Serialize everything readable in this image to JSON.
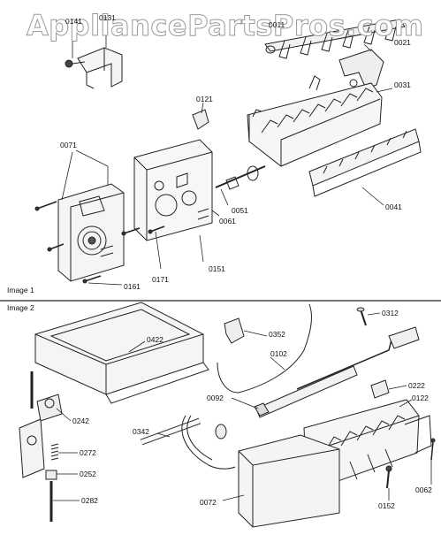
{
  "watermark": "AppliancePartsPros.com",
  "sections": {
    "image1": "Image 1",
    "image2": "Image 2"
  },
  "parts": {
    "p0141": "0141",
    "p0131": "0131",
    "p0011": "0011",
    "p0021": "0021",
    "p0031": "0031",
    "p0121": "0121",
    "p0071": "0071",
    "p0051": "0051",
    "p0061": "0061",
    "p0041": "0041",
    "p0151": "0151",
    "p0171": "0171",
    "p0161": "0161",
    "p0312": "0312",
    "p0422": "0422",
    "p0352": "0352",
    "p0102": "0102",
    "p0222": "0222",
    "p0092": "0092",
    "p0122": "0122",
    "p0242": "0242",
    "p0342": "0342",
    "p0272": "0272",
    "p0252": "0252",
    "p0062": "0062",
    "p0282": "0282",
    "p0072": "0072",
    "p0152": "0152"
  }
}
